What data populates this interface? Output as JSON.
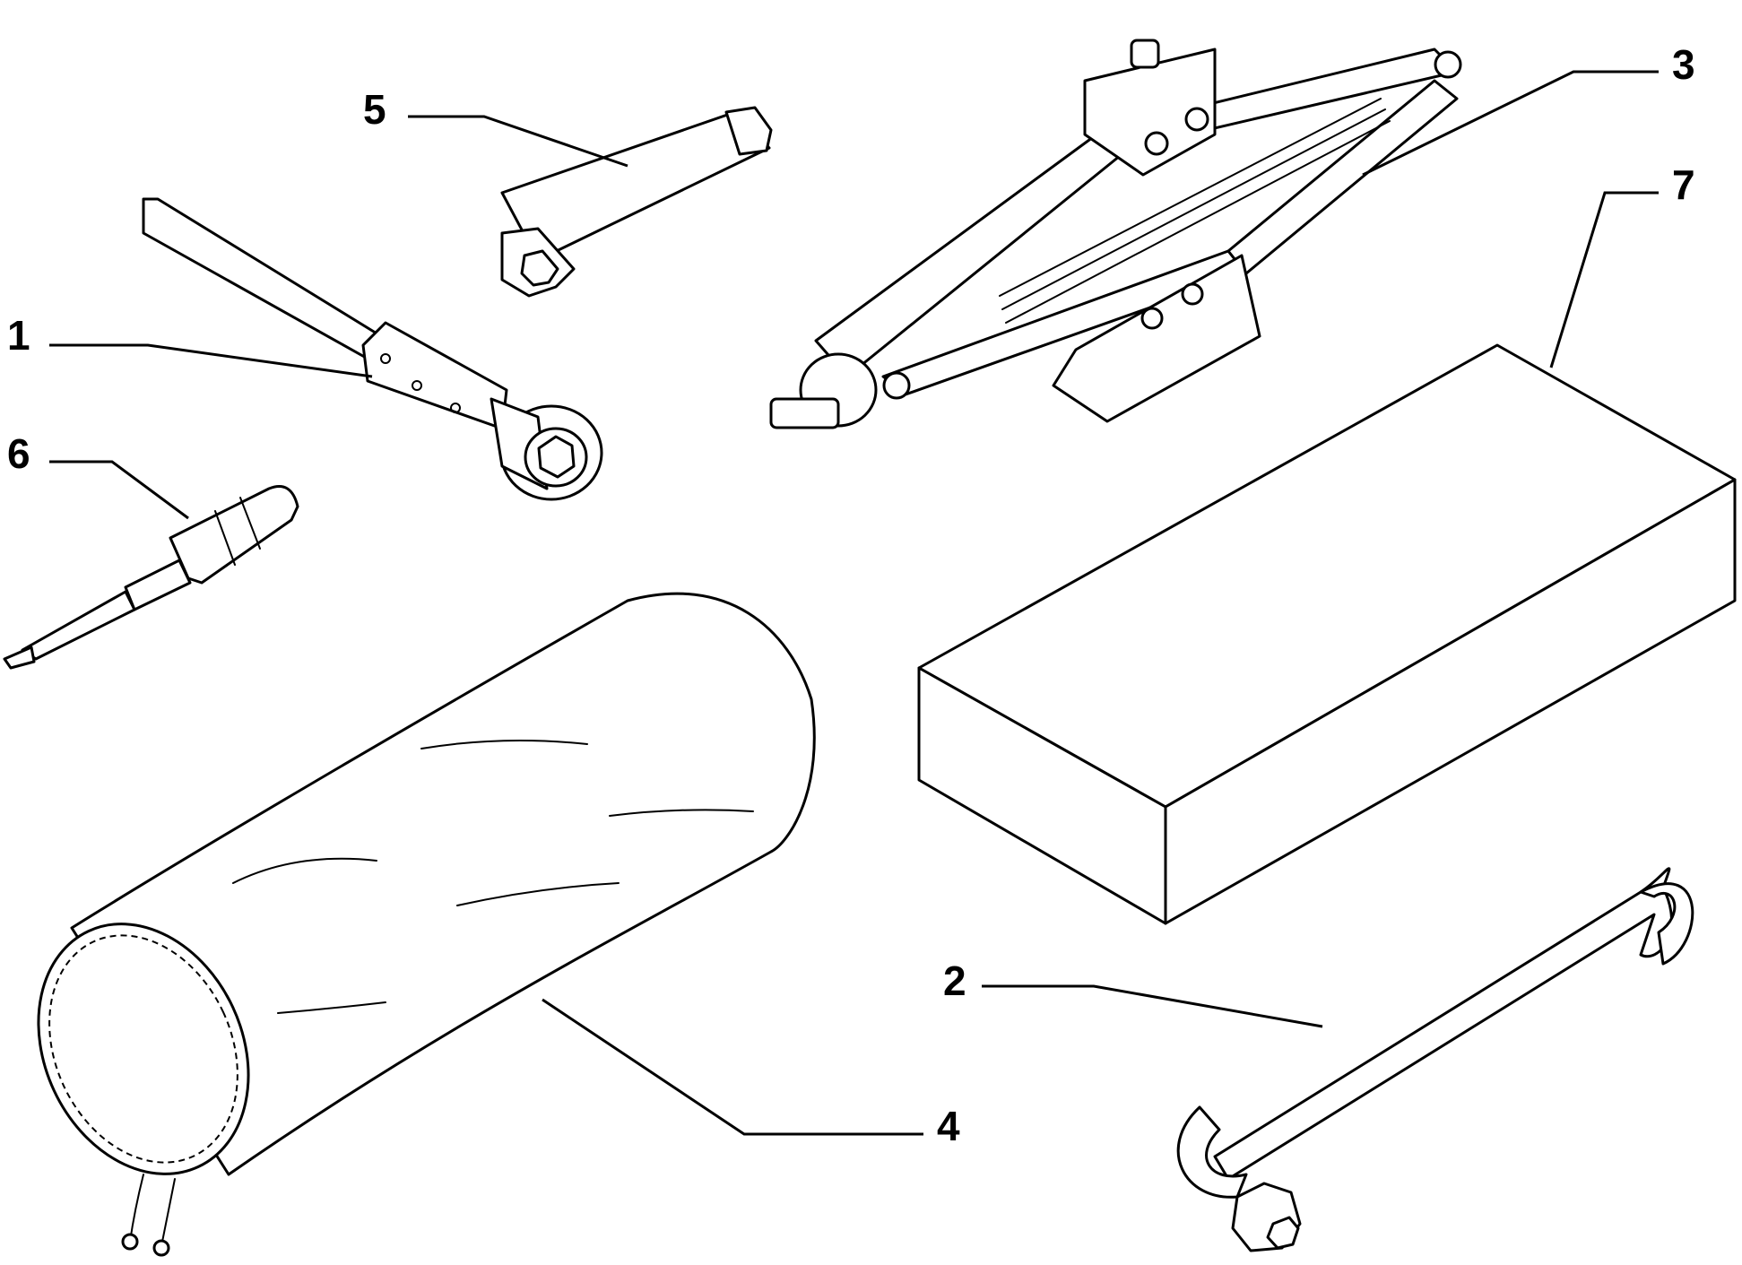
{
  "callouts": [
    {
      "number": "1",
      "part": "wheel-brace-ratchet"
    },
    {
      "number": "2",
      "part": "wheel-nut-wrench"
    },
    {
      "number": "3",
      "part": "scissor-jack"
    },
    {
      "number": "4",
      "part": "tool-bag"
    },
    {
      "number": "5",
      "part": "socket-extension"
    },
    {
      "number": "6",
      "part": "screwdriver"
    },
    {
      "number": "7",
      "part": "spare-box"
    }
  ]
}
